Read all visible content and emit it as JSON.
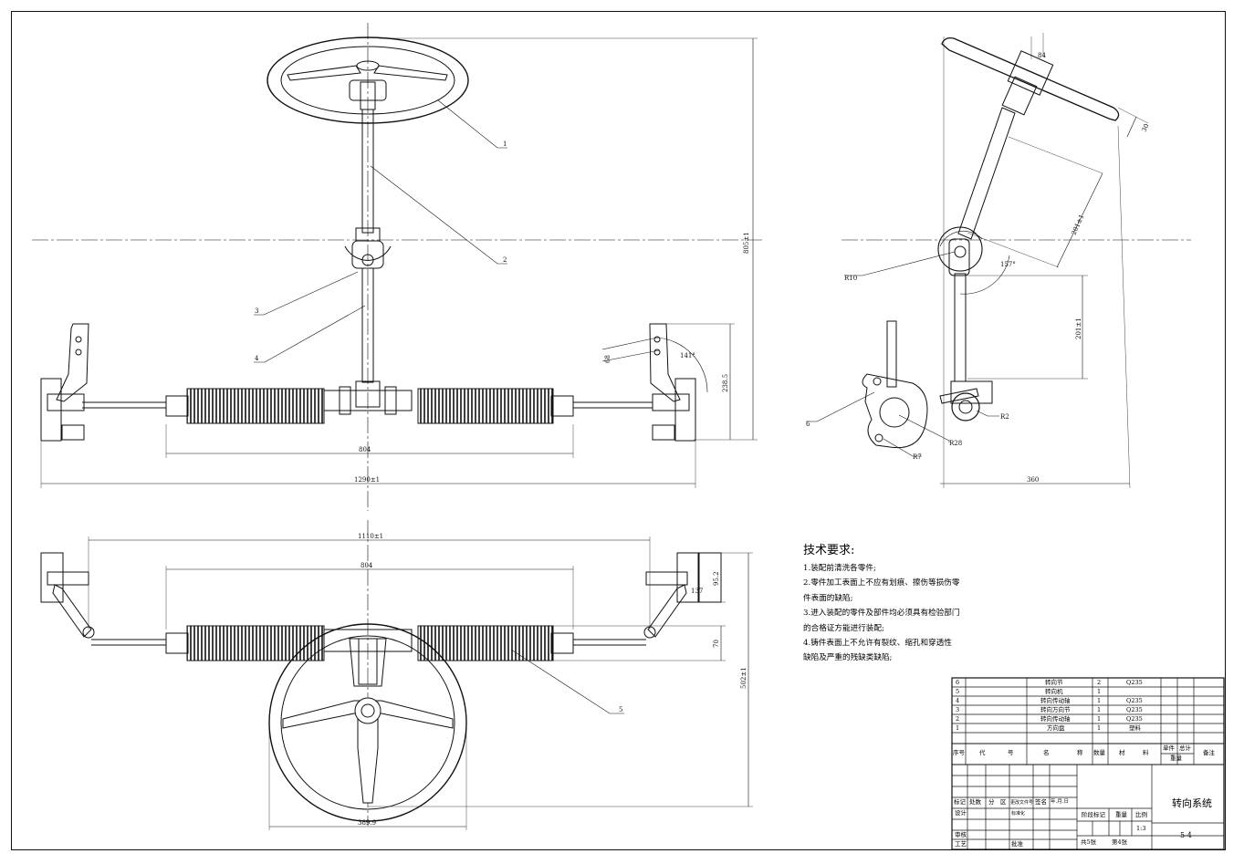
{
  "drawing": {
    "front_view": {
      "dims": {
        "overall_height": "805±1",
        "rack_length": "804",
        "overall_width": "1290±1",
        "bracket_height": "238.5",
        "bracket_angle": "141°",
        "bracket_hole": "68"
      },
      "callouts": [
        "1",
        "2",
        "3",
        "4"
      ]
    },
    "side_view": {
      "dims": {
        "rim_thickness": "30",
        "hub_width": "84",
        "upper_shaft": "201±1",
        "lower_shaft": "201±1",
        "joint_angle": "157°",
        "joint_radius": "R10",
        "knuckle_radius_1": "R2",
        "knuckle_radius_2": "R28",
        "knuckle_radius_3": "R7",
        "base_width": "360"
      },
      "callouts": [
        "6"
      ]
    },
    "top_view": {
      "dims": {
        "tie_rod_span": "1110±1",
        "rack_length": "804",
        "bracket_height": "95.2",
        "bracket_width": "137",
        "rack_offset": "70",
        "wheel_offset": "502±1",
        "wheel_diameter": "389.9"
      },
      "callouts": [
        "5"
      ]
    }
  },
  "tech_requirements": {
    "title": "技术要求:",
    "lines": [
      "1.装配前清洗各零件;",
      "2.零件加工表面上不应有划痕、擦伤等损伤零",
      "件表面的缺陷;",
      "3.进入装配的零件及部件均必须具有检验部门",
      "的合格证方能进行装配;",
      "4.铸件表面上不允许有裂纹、缩孔和穿透性",
      "缺陷及严重的残缺类缺陷;"
    ]
  },
  "parts_list": {
    "rows": [
      {
        "no": "6",
        "name": "转向节",
        "qty": "2",
        "material": "Q235"
      },
      {
        "no": "5",
        "name": "转向机",
        "qty": "1",
        "material": ""
      },
      {
        "no": "4",
        "name": "转向传动轴",
        "qty": "1",
        "material": "Q235"
      },
      {
        "no": "3",
        "name": "转向万向节",
        "qty": "1",
        "material": "Q235"
      },
      {
        "no": "2",
        "name": "转向传动轴",
        "qty": "1",
        "material": "Q235"
      },
      {
        "no": "1",
        "name": "方向盘",
        "qty": "1",
        "material": "塑料"
      }
    ],
    "header": {
      "no": "序号",
      "code": "代",
      "code2": "号",
      "name": "名",
      "name2": "称",
      "qty": "数量",
      "material": "材",
      "material2": "料",
      "unit_weight": "单件",
      "total_weight": "总计",
      "weight": "重量",
      "remark": "备注"
    }
  },
  "title_block": {
    "drawing_name": "转向系统",
    "drawing_no": "5-4",
    "scale_label": "比例",
    "scale": "1:3",
    "stage_label": "阶段标记",
    "weight_label": "重量",
    "sheets_total": "共5张",
    "sheet_current": "第4张",
    "row_labels": {
      "mark": "标记",
      "count": "处数",
      "zone": "分",
      "zone2": "区",
      "change_doc": "更改文件号",
      "sign": "签名",
      "date": "年.月.日",
      "design": "设计",
      "std": "标准化",
      "check": "审核",
      "process": "工艺",
      "approve": "批准"
    }
  }
}
